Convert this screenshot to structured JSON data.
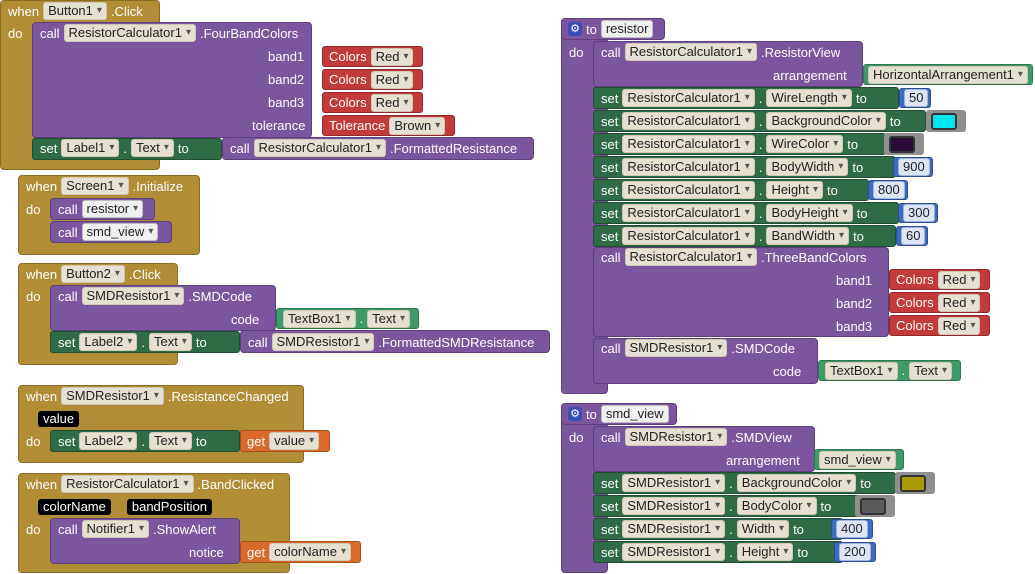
{
  "button1_click": {
    "when": "when",
    "component": "Button1",
    "event": ".Click",
    "do": "do",
    "call": "call",
    "target": "ResistorCalculator1",
    "method": ".FourBandColors",
    "band1": "band1",
    "band2": "band2",
    "band3": "band3",
    "tolerance": "tolerance",
    "colors": "Colors",
    "red": "Red",
    "tolerance_kw": "Tolerance",
    "brown": "Brown",
    "set": "set",
    "label": "Label1",
    "text": "Text",
    "to": "to",
    "call2": "call",
    "target2": "ResistorCalculator1",
    "method2": ".FormattedResistance"
  },
  "screen1_init": {
    "when": "when",
    "component": "Screen1",
    "event": ".Initialize",
    "do": "do",
    "call1": "call",
    "proc1": "resistor",
    "call2": "call",
    "proc2": "smd_view"
  },
  "button2_click": {
    "when": "when",
    "component": "Button2",
    "event": ".Click",
    "do": "do",
    "call": "call",
    "target": "SMDResistor1",
    "method": ".SMDCode",
    "code": "code",
    "textbox": "TextBox1",
    "text": "Text",
    "set": "set",
    "label": "Label2",
    "to": "to",
    "call2": "call",
    "method2": ".FormattedSMDResistance"
  },
  "smd_changed": {
    "when": "when",
    "component": "SMDResistor1",
    "event": ".ResistanceChanged",
    "param": "value",
    "do": "do",
    "set": "set",
    "label": "Label2",
    "text": "Text",
    "to": "to",
    "get": "get",
    "getvar": "value"
  },
  "band_clicked": {
    "when": "when",
    "component": "ResistorCalculator1",
    "event": ".BandClicked",
    "param1": "colorName",
    "param2": "bandPosition",
    "do": "do",
    "call": "call",
    "target": "Notifier1",
    "method": ".ShowAlert",
    "notice": "notice",
    "get": "get",
    "getvar": "colorName"
  },
  "proc_resistor": {
    "to": "to",
    "name": "resistor",
    "do": "do",
    "call": "call",
    "rc": "ResistorCalculator1",
    "view": ".ResistorView",
    "arrangement": "arrangement",
    "ha": "HorizontalArrangement1",
    "set": "set",
    "props": [
      {
        "prop": "WireLength",
        "value": "50"
      },
      {
        "prop": "BackgroundColor",
        "color": "#00e5ee"
      },
      {
        "prop": "WireColor",
        "color": "#2a0a3a"
      },
      {
        "prop": "BodyWidth",
        "value": "900"
      },
      {
        "prop": "Height",
        "value": "800"
      },
      {
        "prop": "BodyHeight",
        "value": "300"
      },
      {
        "prop": "BandWidth",
        "value": "60"
      }
    ],
    "three": ".ThreeBandColors",
    "band1": "band1",
    "band2": "band2",
    "band3": "band3",
    "colors": "Colors",
    "red": "Red",
    "smd": "SMDResistor1",
    "smdcode": ".SMDCode",
    "code": "code",
    "textbox": "TextBox1",
    "text": "Text"
  },
  "proc_smd": {
    "to": "to",
    "name": "smd_view",
    "do": "do",
    "call": "call",
    "target": "SMDResistor1",
    "view": ".SMDView",
    "arrangement": "arrangement",
    "arr": "smd_view",
    "set": "set",
    "props": [
      {
        "prop": "BackgroundColor",
        "color": "#a89a00"
      },
      {
        "prop": "BodyColor",
        "color": "#5a5a5a"
      },
      {
        "prop": "Width",
        "value": "400"
      },
      {
        "prop": "Height",
        "value": "200"
      }
    ]
  }
}
